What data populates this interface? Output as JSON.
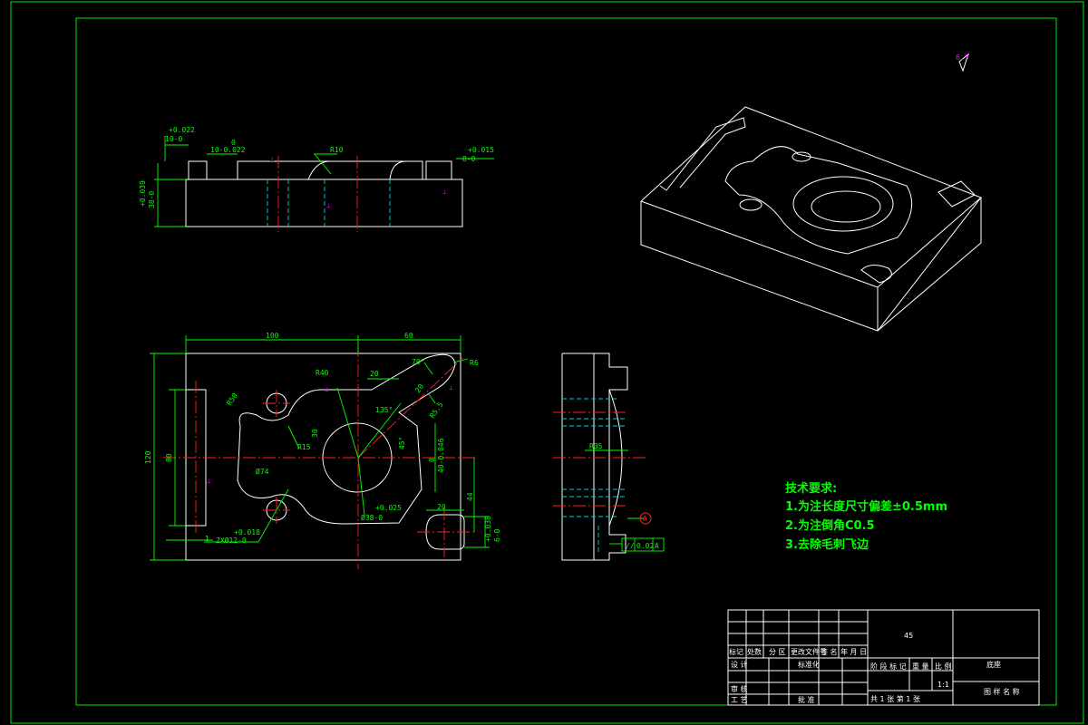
{
  "dims": {
    "top_left": "+0.022",
    "top_left_base": "10-0",
    "top_mid_0": "0",
    "top_mid": "10-0.022",
    "r10": "R10",
    "top_right": "+0.015",
    "top_right_base": "8-0",
    "left_v1": "+0.039",
    "left_v2": "38-0",
    "d100": "100",
    "d60": "60",
    "r40": "R40",
    "d20a": "20",
    "a70": "70°",
    "r6": "R6",
    "d20b": "20",
    "r5_5": "R5.5",
    "a135": "135°",
    "d30": "30",
    "r50": "R50",
    "r15": "R15",
    "a45": "45°",
    "d120": "120",
    "d80": "80",
    "d74": "Ø74",
    "d0_1": "0",
    "d40": "40-0.046",
    "d20c": "20",
    "d44": "44",
    "d38": "Ø38-0",
    "d38tol": "+0.025",
    "hole_tol": "+0.018",
    "holes": "2XØ12-0",
    "d1": "1",
    "slot_tol": "+0.038",
    "slot": "6-0",
    "r35": "R35",
    "gtol_sym": "//",
    "gtol_val": "0.02",
    "gtol_ref": "A",
    "datum": "A",
    "rough": "6.3"
  },
  "tech": {
    "heading": "技术要求:",
    "line1": "1.为注长度尺寸偏差±0.5mm",
    "line2": "2.为注倒角C0.5",
    "line3": "3.去除毛刺飞边"
  },
  "title_block": {
    "material": "45",
    "h_mark": "标记",
    "h_count": "处数",
    "h_zone": "分 区",
    "h_doc": "更改文件号",
    "h_sign": "签 名",
    "h_date": "年 月 日",
    "design": "设 计",
    "standard": "标准化",
    "stage": "阶 段 标 记",
    "weight": "重 量",
    "scale_label": "比 例",
    "scale": "1:1",
    "review": "审 核",
    "craft": "工 艺",
    "approve": "批 准",
    "sheets": "共 1 张  第 1 张",
    "part_name": "底座",
    "unit": "图 样 名 称"
  }
}
